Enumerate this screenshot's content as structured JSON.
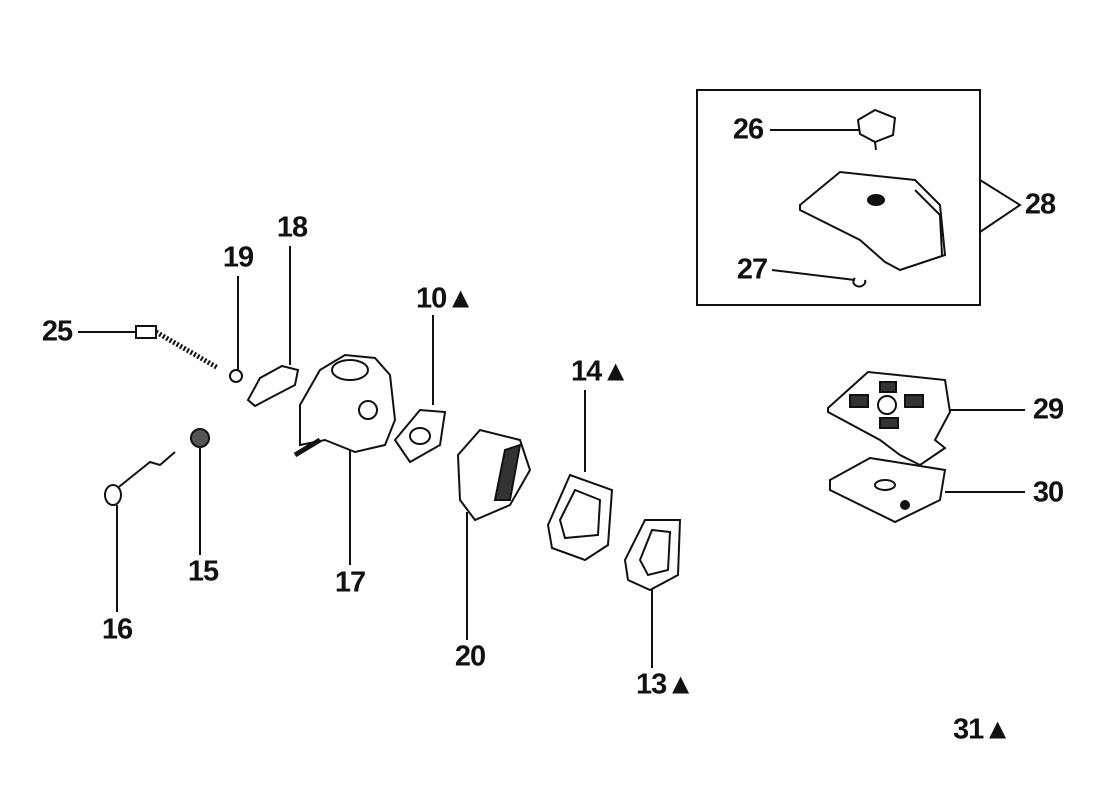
{
  "labels": {
    "p10": "10▲",
    "p13": "13▲",
    "p14": "14▲",
    "p15": "15",
    "p16": "16",
    "p17": "17",
    "p18": "18",
    "p19": "19",
    "p20": "20",
    "p25": "25",
    "p26": "26",
    "p27": "27",
    "p28": "28",
    "p29": "29",
    "p30": "30",
    "p31": "31▲"
  }
}
